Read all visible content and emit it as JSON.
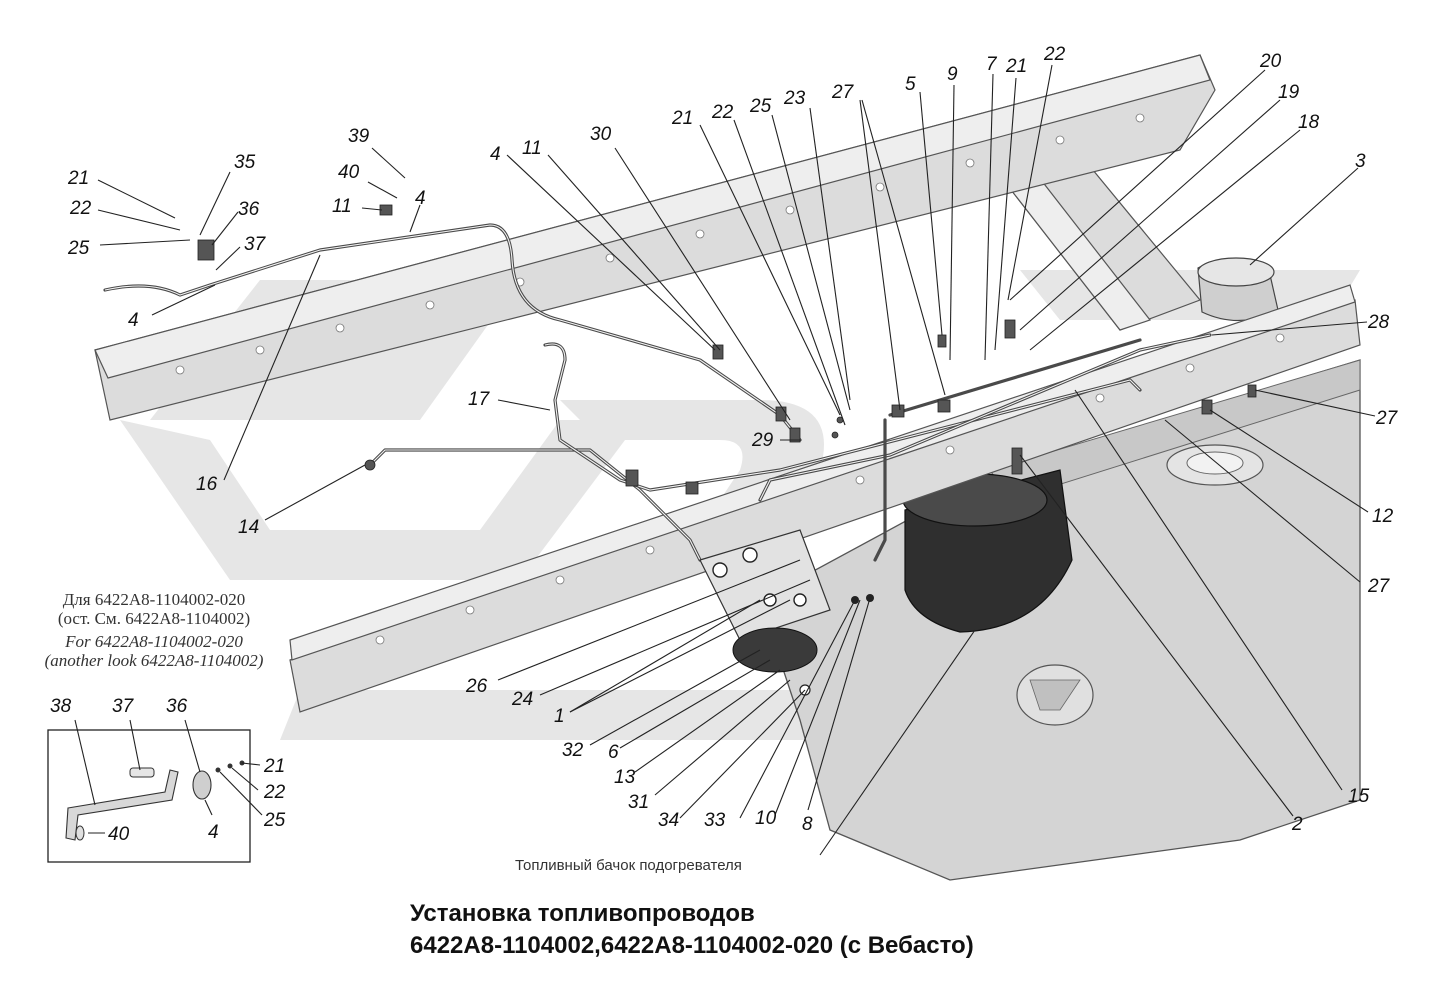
{
  "title": {
    "line1": "Установка топливопроводов",
    "line2": "6422А8-1104002,6422А8-1104002-020 (с Вебасто)"
  },
  "notes": {
    "ru_line1": "Для 6422А8-1104002-020",
    "ru_line2": "(ост. См. 6422А8-1104002)",
    "en_line1": "For 6422A8-1104002-020",
    "en_line2": "(another look 6422A8-1104002)"
  },
  "tank_caption": "Топливный бачок подогревателя",
  "callouts": [
    "1",
    "2",
    "3",
    "4",
    "5",
    "6",
    "7",
    "8",
    "9",
    "10",
    "11",
    "12",
    "13",
    "14",
    "15",
    "16",
    "17",
    "18",
    "19",
    "20",
    "21",
    "22",
    "23",
    "24",
    "25",
    "26",
    "27",
    "28",
    "29",
    "30",
    "31",
    "32",
    "33",
    "34",
    "35",
    "36",
    "37",
    "38",
    "39",
    "40"
  ],
  "colors": {
    "frame": "#dcdcdc",
    "frame_top": "#eeeeee",
    "tank": "#d0d0d0",
    "heater_tank": "#2a2a2a",
    "watermark": "#e3e3e3",
    "pipe": "#4a4a4a"
  }
}
